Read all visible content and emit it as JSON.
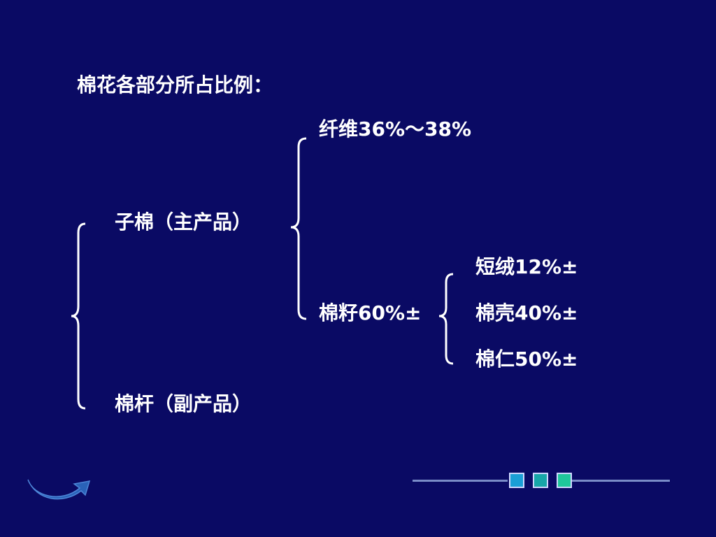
{
  "title": "棉花各部分所占比例：",
  "tree": {
    "main_product": "子棉（主产品）",
    "by_product": "棉杆（副产品）",
    "fiber": "纤维36%～38%",
    "seed": "棉籽60%±",
    "seed_parts": {
      "linter": "短绒12%±",
      "hull": "棉壳40%±",
      "kernel": "棉仁50%±"
    }
  },
  "navigation": {
    "back_icon": "curved-arrow-back-icon",
    "square_colors": [
      "#1a9fd6",
      "#17a6a8",
      "#1fc79b"
    ],
    "line_color": "#7a8cc8"
  },
  "colors": {
    "background": "#0a0a64",
    "text": "#ffffff"
  }
}
